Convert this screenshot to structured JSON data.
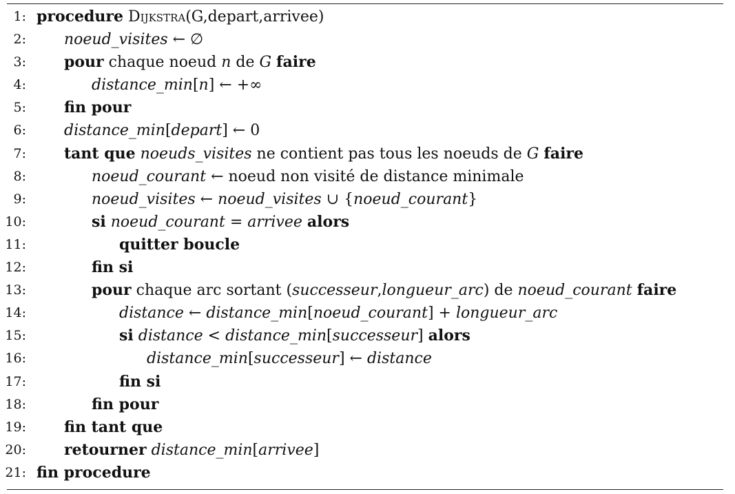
{
  "lines": [
    {
      "n": "1:",
      "indent": 0,
      "parts": [
        {
          "s": "k",
          "t": "procedure"
        },
        {
          "s": "n",
          "t": " "
        },
        {
          "s": "c",
          "t": "Dijkstra"
        },
        {
          "s": "n",
          "t": "(G,depart,arrivee)"
        }
      ]
    },
    {
      "n": "2:",
      "indent": 1,
      "parts": [
        {
          "s": "i",
          "t": "noeud_visites"
        },
        {
          "s": "n",
          "t": " ← ∅"
        }
      ]
    },
    {
      "n": "3:",
      "indent": 1,
      "parts": [
        {
          "s": "k",
          "t": "pour"
        },
        {
          "s": "n",
          "t": " chaque noeud "
        },
        {
          "s": "i",
          "t": "n"
        },
        {
          "s": "n",
          "t": " de "
        },
        {
          "s": "i",
          "t": "G"
        },
        {
          "s": "n",
          "t": " "
        },
        {
          "s": "k",
          "t": "faire"
        }
      ]
    },
    {
      "n": "4:",
      "indent": 2,
      "parts": [
        {
          "s": "i",
          "t": "distance_min"
        },
        {
          "s": "n",
          "t": "["
        },
        {
          "s": "i",
          "t": "n"
        },
        {
          "s": "n",
          "t": "] ← +∞"
        }
      ]
    },
    {
      "n": "5:",
      "indent": 1,
      "parts": [
        {
          "s": "k",
          "t": "fin pour"
        }
      ]
    },
    {
      "n": "6:",
      "indent": 1,
      "parts": [
        {
          "s": "i",
          "t": "distance_min"
        },
        {
          "s": "n",
          "t": "["
        },
        {
          "s": "i",
          "t": "depart"
        },
        {
          "s": "n",
          "t": "] ← 0"
        }
      ]
    },
    {
      "n": "7:",
      "indent": 1,
      "parts": [
        {
          "s": "k",
          "t": "tant que"
        },
        {
          "s": "n",
          "t": " "
        },
        {
          "s": "i",
          "t": "noeuds_visites"
        },
        {
          "s": "n",
          "t": " ne contient pas tous les noeuds de "
        },
        {
          "s": "i",
          "t": "G"
        },
        {
          "s": "n",
          "t": " "
        },
        {
          "s": "k",
          "t": "faire"
        }
      ]
    },
    {
      "n": "8:",
      "indent": 2,
      "parts": [
        {
          "s": "i",
          "t": "noeud_courant"
        },
        {
          "s": "n",
          "t": " ← noeud non visité de distance minimale"
        }
      ]
    },
    {
      "n": "9:",
      "indent": 2,
      "parts": [
        {
          "s": "i",
          "t": "noeud_visites"
        },
        {
          "s": "n",
          "t": " ← "
        },
        {
          "s": "i",
          "t": "noeud_visites"
        },
        {
          "s": "n",
          "t": " ∪ {"
        },
        {
          "s": "i",
          "t": "noeud_courant"
        },
        {
          "s": "n",
          "t": "}"
        }
      ]
    },
    {
      "n": "10:",
      "indent": 2,
      "parts": [
        {
          "s": "k",
          "t": "si"
        },
        {
          "s": "n",
          "t": " "
        },
        {
          "s": "i",
          "t": "noeud_courant"
        },
        {
          "s": "n",
          "t": " = "
        },
        {
          "s": "i",
          "t": "arrivee"
        },
        {
          "s": "n",
          "t": " "
        },
        {
          "s": "k",
          "t": "alors"
        }
      ]
    },
    {
      "n": "11:",
      "indent": 3,
      "parts": [
        {
          "s": "k",
          "t": "quitter boucle"
        }
      ]
    },
    {
      "n": "12:",
      "indent": 2,
      "parts": [
        {
          "s": "k",
          "t": "fin si"
        }
      ]
    },
    {
      "n": "13:",
      "indent": 2,
      "parts": [
        {
          "s": "k",
          "t": "pour"
        },
        {
          "s": "n",
          "t": " chaque arc sortant ("
        },
        {
          "s": "i",
          "t": "successeur"
        },
        {
          "s": "n",
          "t": ","
        },
        {
          "s": "i",
          "t": "longueur_arc"
        },
        {
          "s": "n",
          "t": ") de "
        },
        {
          "s": "i",
          "t": "noeud_courant"
        },
        {
          "s": "n",
          "t": " "
        },
        {
          "s": "k",
          "t": "faire"
        }
      ]
    },
    {
      "n": "14:",
      "indent": 3,
      "parts": [
        {
          "s": "i",
          "t": "distance"
        },
        {
          "s": "n",
          "t": " ← "
        },
        {
          "s": "i",
          "t": "distance_min"
        },
        {
          "s": "n",
          "t": "["
        },
        {
          "s": "i",
          "t": "noeud_courant"
        },
        {
          "s": "n",
          "t": "] + "
        },
        {
          "s": "i",
          "t": "longueur_arc"
        }
      ]
    },
    {
      "n": "15:",
      "indent": 3,
      "parts": [
        {
          "s": "k",
          "t": "si"
        },
        {
          "s": "n",
          "t": " "
        },
        {
          "s": "i",
          "t": "distance"
        },
        {
          "s": "n",
          "t": " < "
        },
        {
          "s": "i",
          "t": "distance_min"
        },
        {
          "s": "n",
          "t": "["
        },
        {
          "s": "i",
          "t": "successeur"
        },
        {
          "s": "n",
          "t": "] "
        },
        {
          "s": "k",
          "t": "alors"
        }
      ]
    },
    {
      "n": "16:",
      "indent": 4,
      "parts": [
        {
          "s": "i",
          "t": "distance_min"
        },
        {
          "s": "n",
          "t": "["
        },
        {
          "s": "i",
          "t": "successeur"
        },
        {
          "s": "n",
          "t": "] ← "
        },
        {
          "s": "i",
          "t": "distance"
        }
      ]
    },
    {
      "n": "17:",
      "indent": 3,
      "parts": [
        {
          "s": "k",
          "t": "fin si"
        }
      ]
    },
    {
      "n": "18:",
      "indent": 2,
      "parts": [
        {
          "s": "k",
          "t": "fin pour"
        }
      ]
    },
    {
      "n": "19:",
      "indent": 1,
      "parts": [
        {
          "s": "k",
          "t": "fin tant que"
        }
      ]
    },
    {
      "n": "20:",
      "indent": 1,
      "parts": [
        {
          "s": "k",
          "t": "retourner"
        },
        {
          "s": "n",
          "t": " "
        },
        {
          "s": "i",
          "t": "distance_min"
        },
        {
          "s": "n",
          "t": "["
        },
        {
          "s": "i",
          "t": "arrivee"
        },
        {
          "s": "n",
          "t": "]"
        }
      ]
    },
    {
      "n": "21:",
      "indent": 0,
      "parts": [
        {
          "s": "k",
          "t": "fin procedure"
        }
      ]
    }
  ]
}
